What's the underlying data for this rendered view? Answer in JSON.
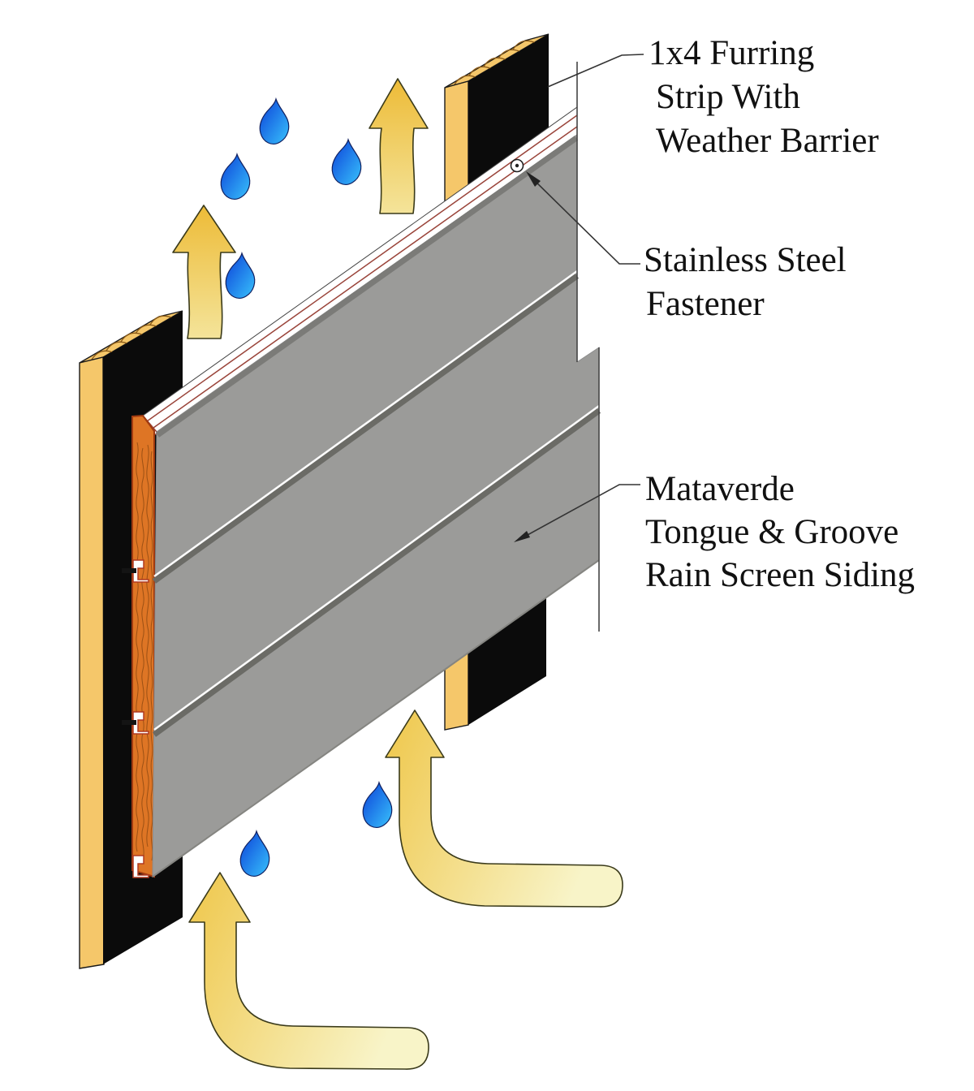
{
  "title": "Mataverde tongue and groove rain screen siding detail",
  "labels": {
    "furring": {
      "lines": [
        "1x4 Furring",
        "Strip With",
        "Weather Barrier"
      ]
    },
    "fastener": {
      "lines": [
        "Stainless Steel",
        "Fastener"
      ]
    },
    "siding": {
      "lines": [
        "Mataverde",
        "Tongue & Groove",
        "Rain Screen Siding"
      ]
    }
  },
  "figure": {
    "airflow_arrows": 4,
    "water_droplets": 6,
    "siding_boards_visible": 3,
    "furring_strips_visible": 2,
    "fasteners_visible": 1
  },
  "colors": {
    "background": "#FFFFFF",
    "wood_tan": "#F5C76A",
    "wood_end_grain": "#DE7525",
    "end_grain_outline": "#A03A10",
    "weather_barrier_black": "#0B0B0B",
    "siding_gray": "#9B9B99",
    "groove_dark": "#6B6B66",
    "groove_highlight": "#FDFDFD",
    "top_edge_gray": "#7B7B78",
    "band_white": "#FFFFFF",
    "band_line_red": "#9A443A",
    "line_dark": "#333333",
    "text_color": "#111111",
    "arrow_gradient": [
      "#EDBB37",
      "#F4E49A"
    ],
    "curved_arrow_gradient": [
      "#EFC74B",
      "#F8F4C8"
    ],
    "droplet_gradient": [
      "#0B3FD8",
      "#38C2FC"
    ]
  }
}
